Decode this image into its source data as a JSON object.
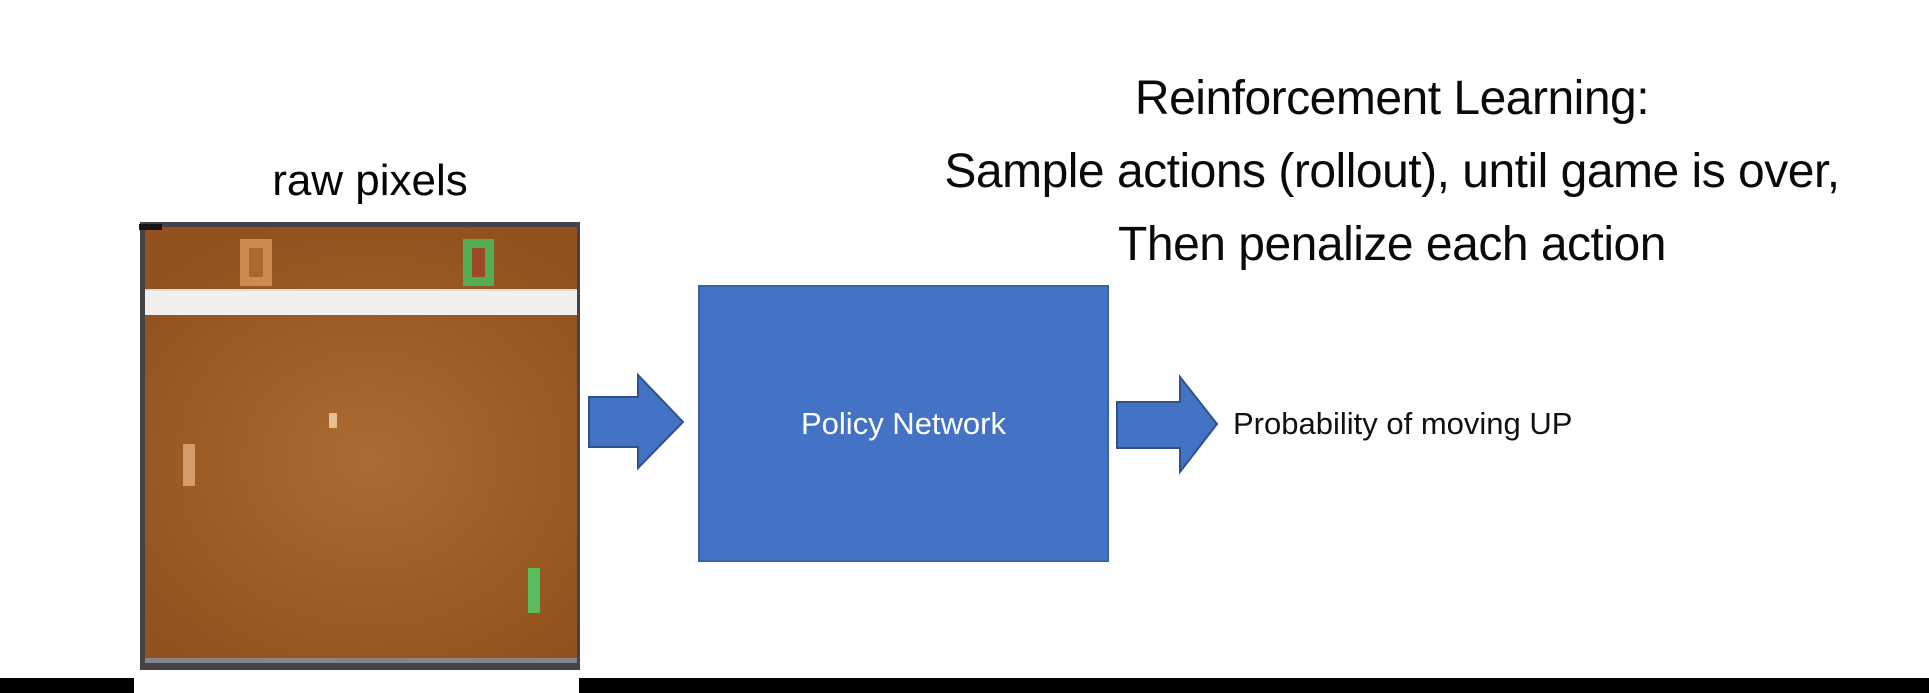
{
  "figure": {
    "title_lines": [
      "Reinforcement Learning:",
      "Sample actions (rollout), until game is over,",
      "Then penalize each action"
    ],
    "game_label": "raw pixels",
    "policy_box_label": "Policy Network",
    "output_label": "Probability of moving UP"
  },
  "game": {
    "left_score": "0",
    "right_score": "0"
  },
  "colors": {
    "accent_blue": "#4472C4",
    "accent_blue_border": "#2F528F",
    "frame_gray": "#45434A",
    "field_brown": "#9E5D25",
    "wall_white": "#F1F0EE",
    "ball_cream": "#E7C193",
    "left_paddle_tan": "#D49C6A",
    "right_paddle_green": "#58BD5C",
    "left_score_orange": "#CF8A52",
    "right_score_green": "#53AE53",
    "bottom_bar_black": "#000000"
  }
}
